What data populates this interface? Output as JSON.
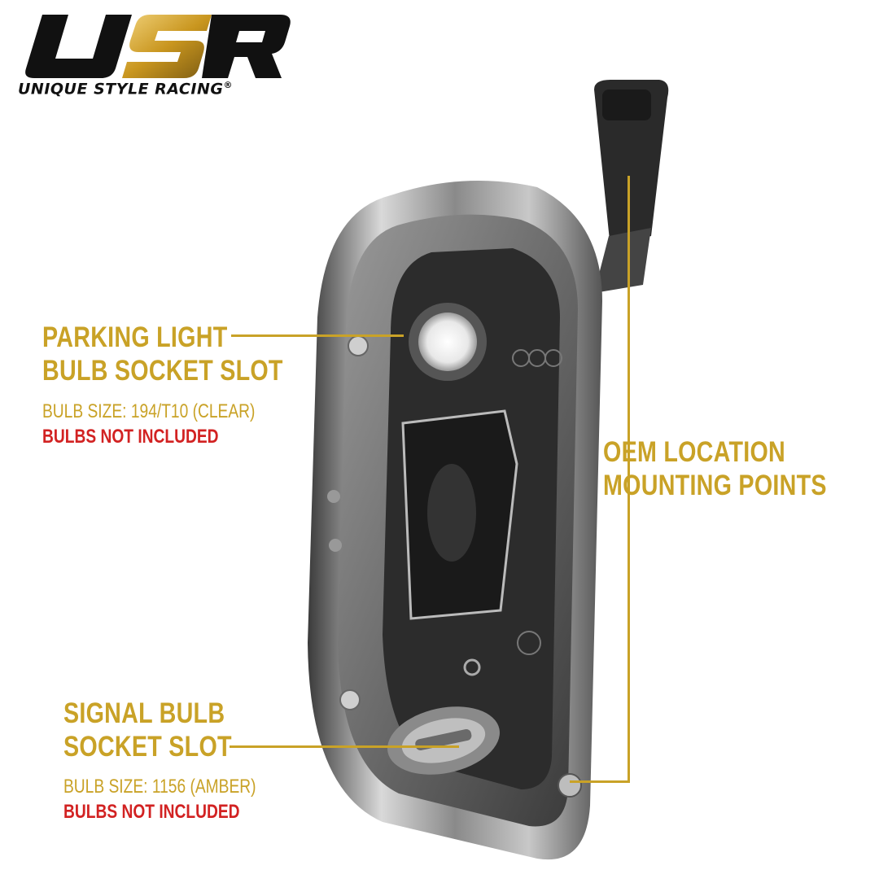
{
  "brand": {
    "logo_letters": "USR",
    "name": "UNIQUE STYLE RACING",
    "registered_mark": "®"
  },
  "callouts": {
    "parking": {
      "title_line1": "PARKING LIGHT",
      "title_line2": "BULB SOCKET SLOT",
      "spec": "BULB SIZE: 194/T10 (CLEAR)",
      "note": "BULBS NOT INCLUDED"
    },
    "signal": {
      "title_line1": "SIGNAL BULB",
      "title_line2": "SOCKET SLOT",
      "spec": "BULB SIZE: 1156 (AMBER)",
      "note": "BULBS NOT INCLUDED"
    },
    "mounting": {
      "title_line1": "OEM LOCATION",
      "title_line2": "MOUNTING POINTS"
    }
  },
  "colors": {
    "accent_gold": "#c9a227",
    "warning_red": "#d22222",
    "logo_black": "#111111"
  }
}
